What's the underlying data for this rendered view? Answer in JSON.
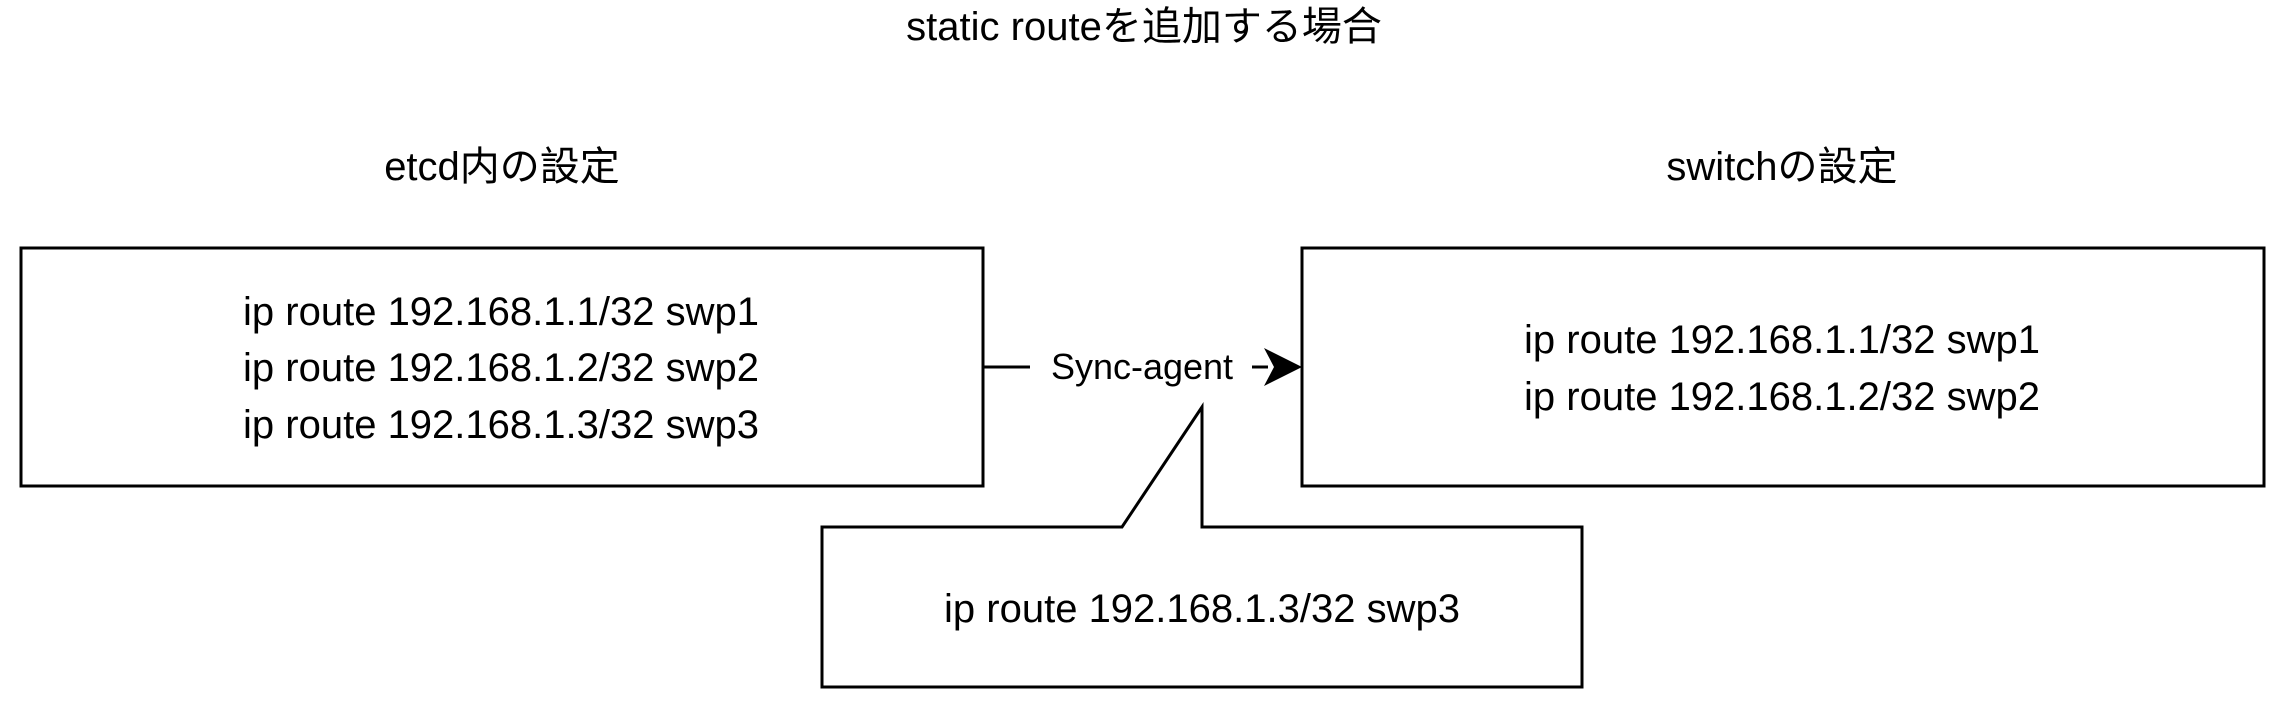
{
  "title": "static routeを追加する場合",
  "etcd": {
    "heading": "etcd内の設定",
    "lines": [
      "ip route 192.168.1.1/32 swp1",
      "ip route 192.168.1.2/32 swp2",
      "ip route 192.168.1.3/32 swp3"
    ]
  },
  "switch": {
    "heading": "switchの設定",
    "lines": [
      "ip route 192.168.1.1/32 swp1",
      "ip route 192.168.1.2/32 swp2"
    ]
  },
  "connector": {
    "label": "Sync-agent"
  },
  "callout": {
    "text": "ip route 192.168.1.3/32 swp3"
  }
}
